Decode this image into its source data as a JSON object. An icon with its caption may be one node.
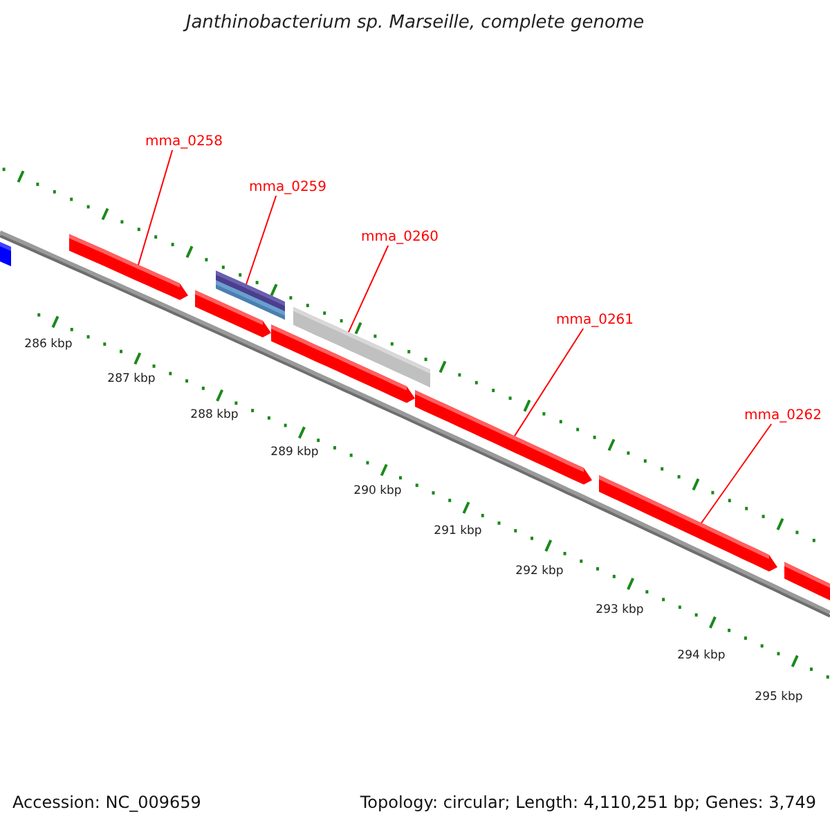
{
  "diagram": {
    "title": "Janthinobacterium sp. Marseille, complete genome",
    "nodes": [
      {
        "text": [
          "mma_0258"
        ]
      },
      {
        "text": [
          "mma_0259"
        ]
      },
      {
        "text": [
          "mma_0260"
        ]
      },
      {
        "text": [
          "mma_0261"
        ]
      },
      {
        "text": [
          "mma_0262"
        ]
      },
      {
        "text": [],
        "shape": "bar"
      },
      {
        "text": [],
        "shape": "bar"
      },
      {
        "text": [],
        "shape": "bar"
      },
      {
        "text": [],
        "shape": "bar"
      },
      {
        "text": [],
        "shape": "bar"
      }
    ],
    "edges": [
      {
        "from": 0,
        "to": 5,
        "arrow": "none"
      },
      {
        "from": 1,
        "to": 6,
        "arrow": "none"
      },
      {
        "from": 2,
        "to": 7,
        "arrow": "none"
      },
      {
        "from": 3,
        "to": 8,
        "arrow": "none"
      },
      {
        "from": 4,
        "to": 9,
        "arrow": "none"
      }
    ],
    "labels": [
      "286 kbp",
      "287 kbp",
      "288 kbp",
      "289 kbp",
      "290 kbp",
      "291 kbp",
      "292 kbp",
      "293 kbp",
      "294 kbp",
      "295 kbp",
      "Accession: NC_009659",
      "Topology: circular; Length: 4,110,251 bp; Genes: 3,749"
    ]
  }
}
